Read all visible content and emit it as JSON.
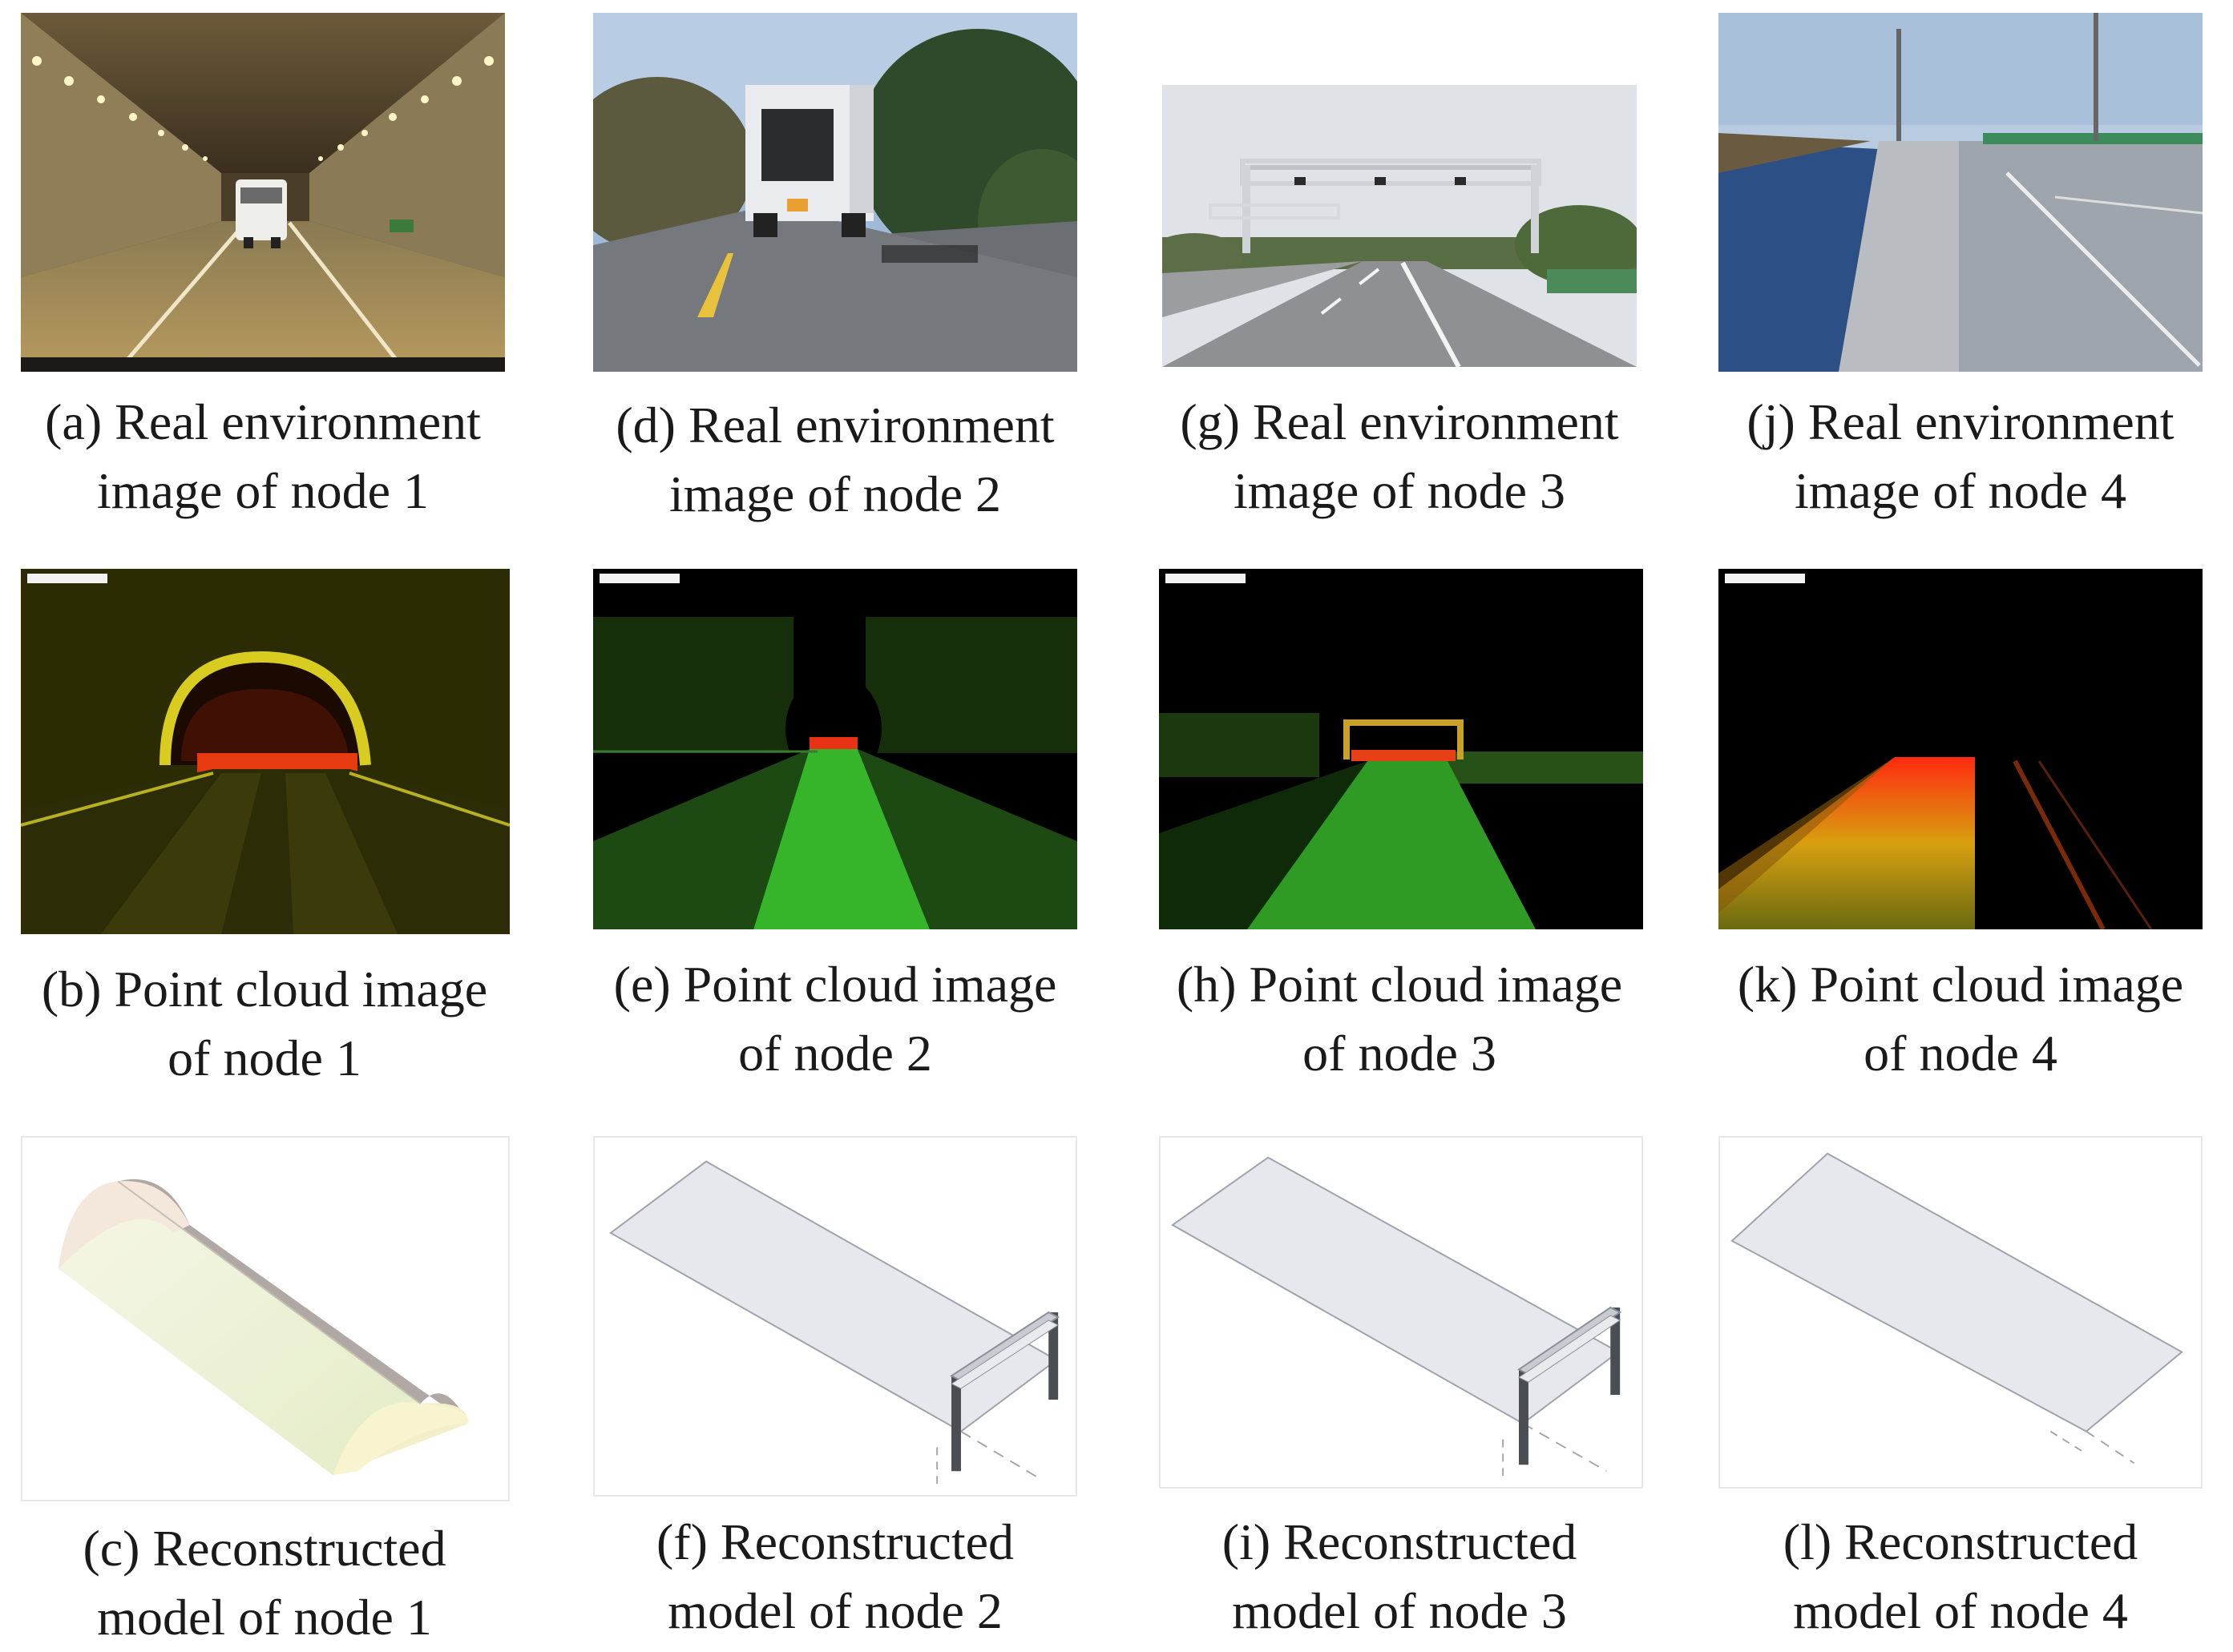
{
  "figure": {
    "captions": [
      {
        "id": "a",
        "line1": "(a) Real environment",
        "line2": "image of node 1"
      },
      {
        "id": "d",
        "line1": "(d) Real environment",
        "line2": "image of node 2"
      },
      {
        "id": "g",
        "line1": "(g) Real environment",
        "line2": "image of node 3"
      },
      {
        "id": "j",
        "line1": "(j) Real environment",
        "line2": "image of node 4"
      },
      {
        "id": "b",
        "line1": "(b) Point cloud image",
        "line2": "of node 1"
      },
      {
        "id": "e",
        "line1": "(e) Point cloud image",
        "line2": "of node 2"
      },
      {
        "id": "h",
        "line1": "(h) Point cloud image",
        "line2": "of node 3"
      },
      {
        "id": "k",
        "line1": "(k) Point cloud image",
        "line2": "of node 4"
      },
      {
        "id": "c",
        "line1": "(c) Reconstructed",
        "line2": "model of node 1"
      },
      {
        "id": "f",
        "line1": "(f) Reconstructed",
        "line2": "model of node 2"
      },
      {
        "id": "i",
        "line1": "(i) Reconstructed",
        "line2": "model of node 3"
      },
      {
        "id": "l",
        "line1": "(l) Reconstructed",
        "line2": "model of node 4"
      }
    ]
  }
}
